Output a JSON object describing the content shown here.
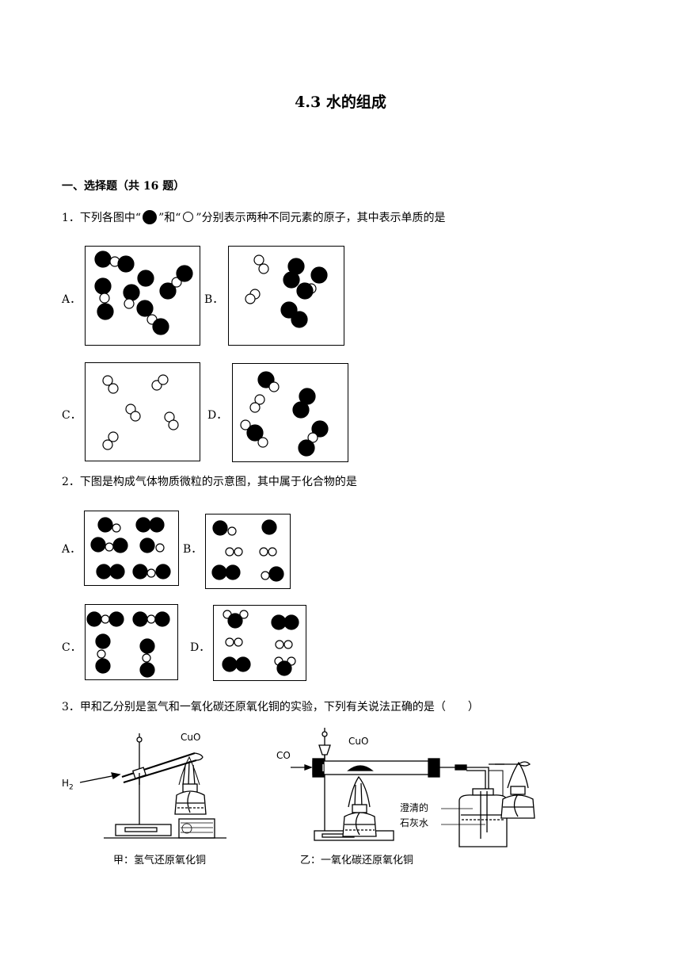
{
  "title": "4.3 水的组成",
  "section": "一、选择题（共 16 题）",
  "q1": {
    "prefix": "1．下列各图中“",
    "mid": "”和“",
    "suffix": "”分别表示两种不同元素的原子，其中表示单质的是",
    "options": [
      "A．",
      "B．",
      "C．",
      "D．"
    ]
  },
  "q2": {
    "text": "2．下图是构成气体物质微粒的示意图，其中属于化合物的是",
    "options": [
      "A．",
      "B．",
      "C．",
      "D．"
    ]
  },
  "q3": {
    "text": "3．甲和乙分别是氢气和一氧化碳还原氧化铜的实验，下列有关说法正确的是（　　）",
    "fig_a": {
      "cuo": "CuO",
      "h2": "H",
      "h2_sub": "2",
      "caption": "甲：氢气还原氧化铜"
    },
    "fig_b": {
      "co": "CO",
      "cuo": "CuO",
      "lime_line1": "澄清的",
      "lime_line2": "石灰水",
      "caption": "乙：一氧化碳还原氧化铜"
    }
  }
}
